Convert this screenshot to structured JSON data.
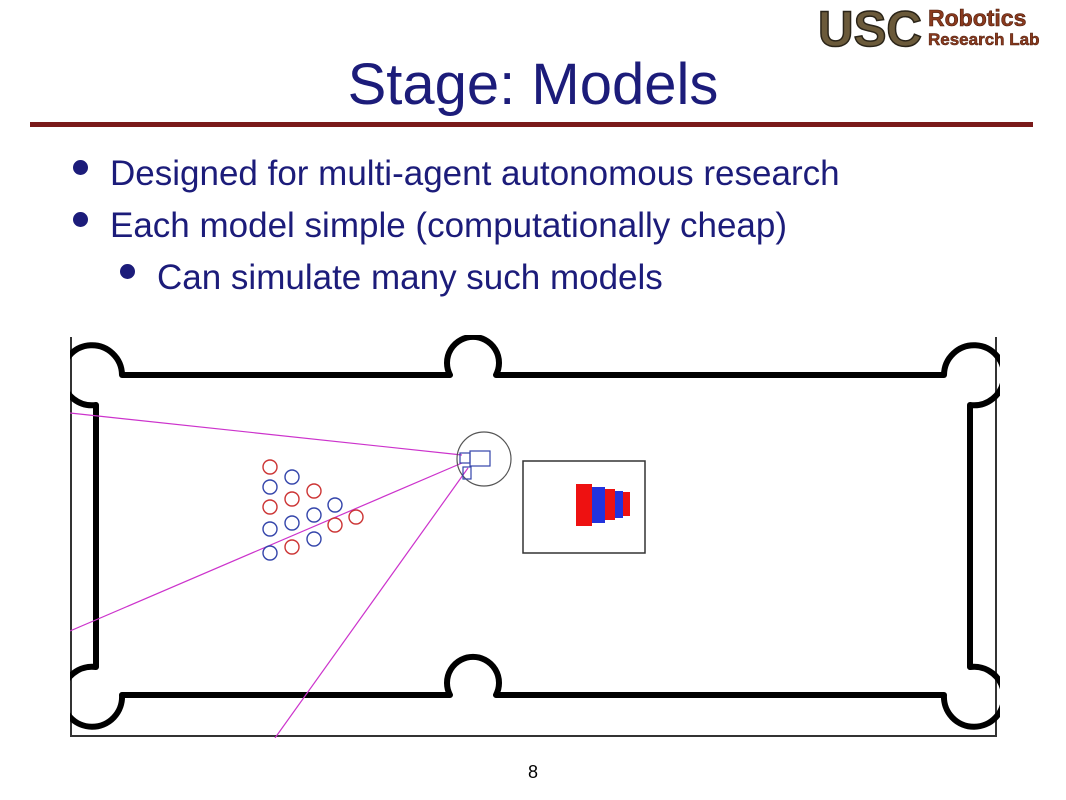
{
  "slide": {
    "title": "Stage: Models",
    "bullets": [
      {
        "text": "Designed for multi-agent autonomous research",
        "level": 1
      },
      {
        "text": "Each model simple (computationally cheap)",
        "level": 1
      },
      {
        "text": "Can simulate many such models",
        "level": 2
      }
    ],
    "page_number": "8"
  },
  "logo": {
    "primary": "USC",
    "secondary_line1": "Robotics",
    "secondary_line2": "Research Lab"
  },
  "colors": {
    "title": "#1c1c7a",
    "rule": "#7a1a1a",
    "laser": "#cc33cc",
    "red_ball": "#cc3333",
    "blue_ball": "#3344aa"
  }
}
